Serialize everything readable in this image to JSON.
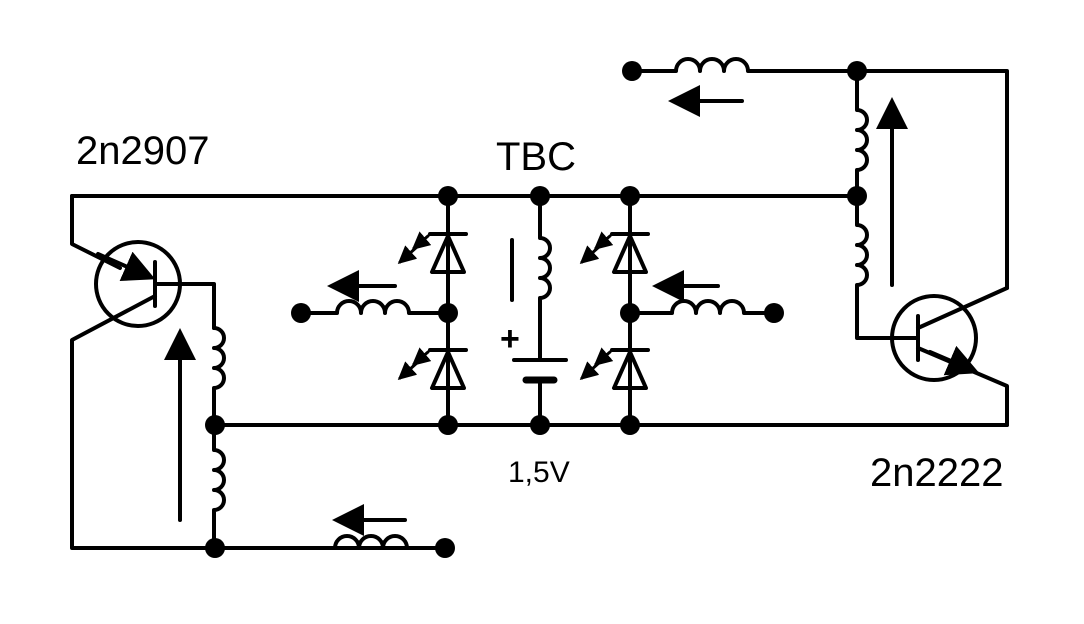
{
  "labels": {
    "left_transistor": "2n2907",
    "right_transistor": "2n2222",
    "inductor": "TBC",
    "battery_voltage": "1,5V",
    "battery_plus": "+"
  },
  "colors": {
    "ink": "#000000",
    "background": "#ffffff"
  }
}
